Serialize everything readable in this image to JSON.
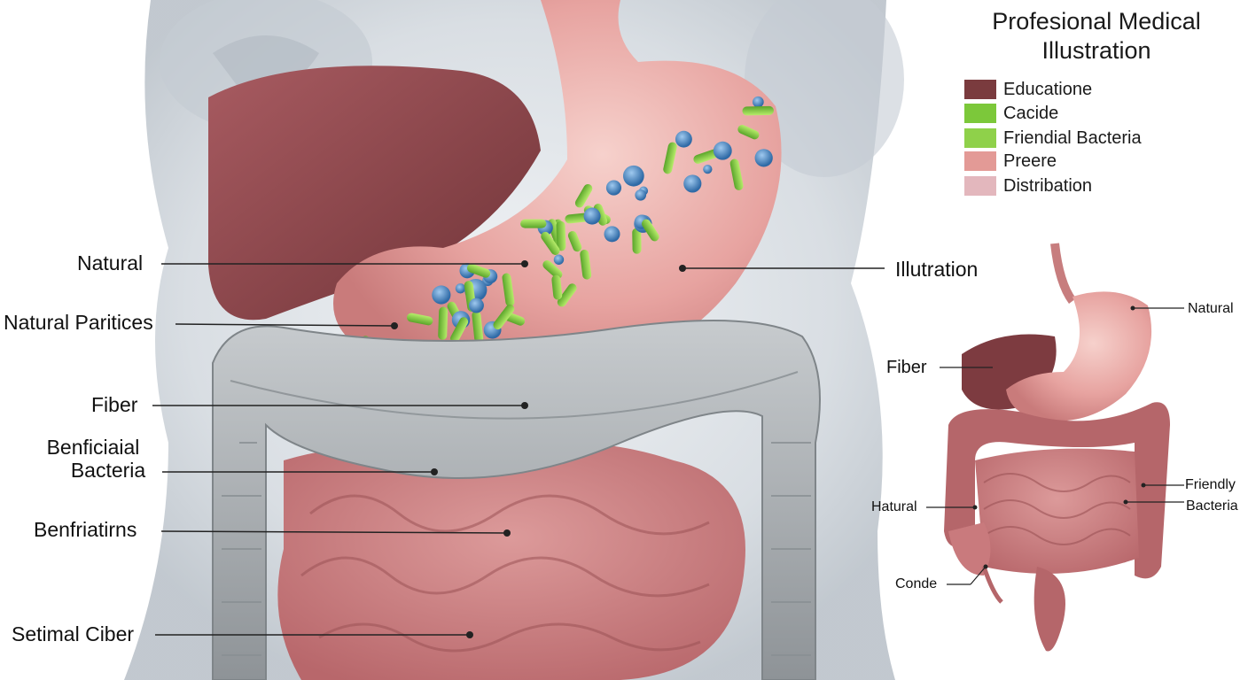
{
  "legend": {
    "title_line1": "Profesional Medical",
    "title_line2": "Illustration",
    "items": [
      {
        "label": "Educatione",
        "color": "#7a3b3e"
      },
      {
        "label": "Cacide",
        "color": "#7cc83a"
      },
      {
        "label": "Friendial Bacteria",
        "color": "#8fd14a"
      },
      {
        "label": "Preere",
        "color": "#e39a96"
      },
      {
        "label": "Distribation",
        "color": "#e3b7bd"
      }
    ]
  },
  "main_labels": {
    "natural": "Natural",
    "natural_particles": "Natural Paritices",
    "fiber": "Fiber",
    "beneficial_line1": "Benficiaial",
    "beneficial_line2": "Bacteria",
    "benfriatirns": "Benfriatirns",
    "setimal_ciber": "Setimal Ciber",
    "illustration": "Illutration"
  },
  "inset_labels": {
    "natural": "Natural",
    "fiber": "Fiber",
    "hatural": "Hatural",
    "friendly_line1": "Friendly",
    "friendly_line2": "Bacteria",
    "conde": "Conde"
  },
  "colors": {
    "organ_liver": "#8e4a4f",
    "organ_stomach": "#e8a5a3",
    "colon_gray": "#a9adb0",
    "intestine_pink": "#c9777a",
    "bacteria_green": "#7cc83a",
    "bacteria_blue": "#4a86c0",
    "body_gray": "#d4d9de"
  }
}
